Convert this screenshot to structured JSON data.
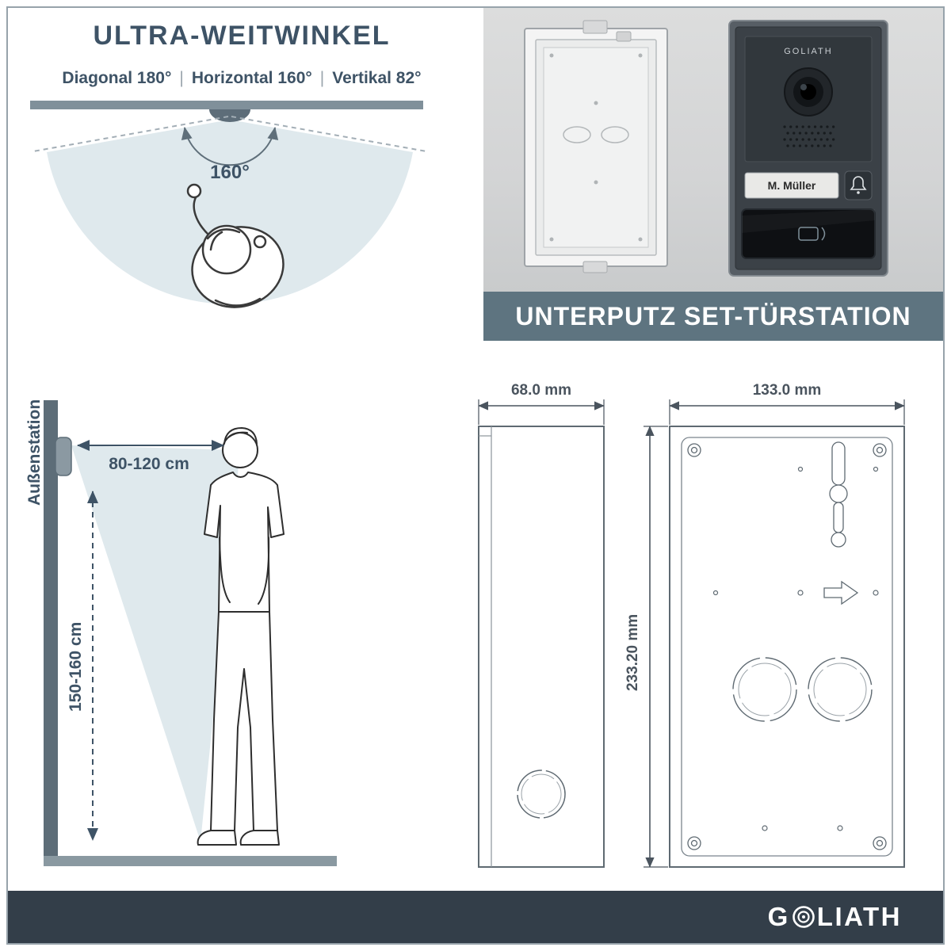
{
  "colors": {
    "accent": "#3e5366",
    "cone": "#dfe9ed",
    "bar_gray": "#80909a",
    "banner_bg": "#5e7480",
    "footer_bg": "#333e49",
    "panel_dark": "#3b4147"
  },
  "top_left": {
    "title": "ULTRA-WEITWINKEL",
    "spec_diagonal": "Diagonal 180°",
    "spec_horizontal": "Horizontal 160°",
    "spec_vertical": "Vertikal 82°",
    "separator": "|",
    "angle_label": "160°"
  },
  "top_right": {
    "banner": "UNTERPUTZ SET-TÜRSTATION",
    "device_brand": "GOLIATH",
    "nameplate": "M. Müller"
  },
  "bottom_left": {
    "station_label": "Außenstation",
    "mount_height": "80-120 cm",
    "person_height": "150-160 cm"
  },
  "bottom_right": {
    "depth": "68.0 mm",
    "width": "133.0 mm",
    "height": "233.20 mm"
  },
  "footer": {
    "logo_prefix": "G",
    "logo_suffix": "LIATH"
  }
}
